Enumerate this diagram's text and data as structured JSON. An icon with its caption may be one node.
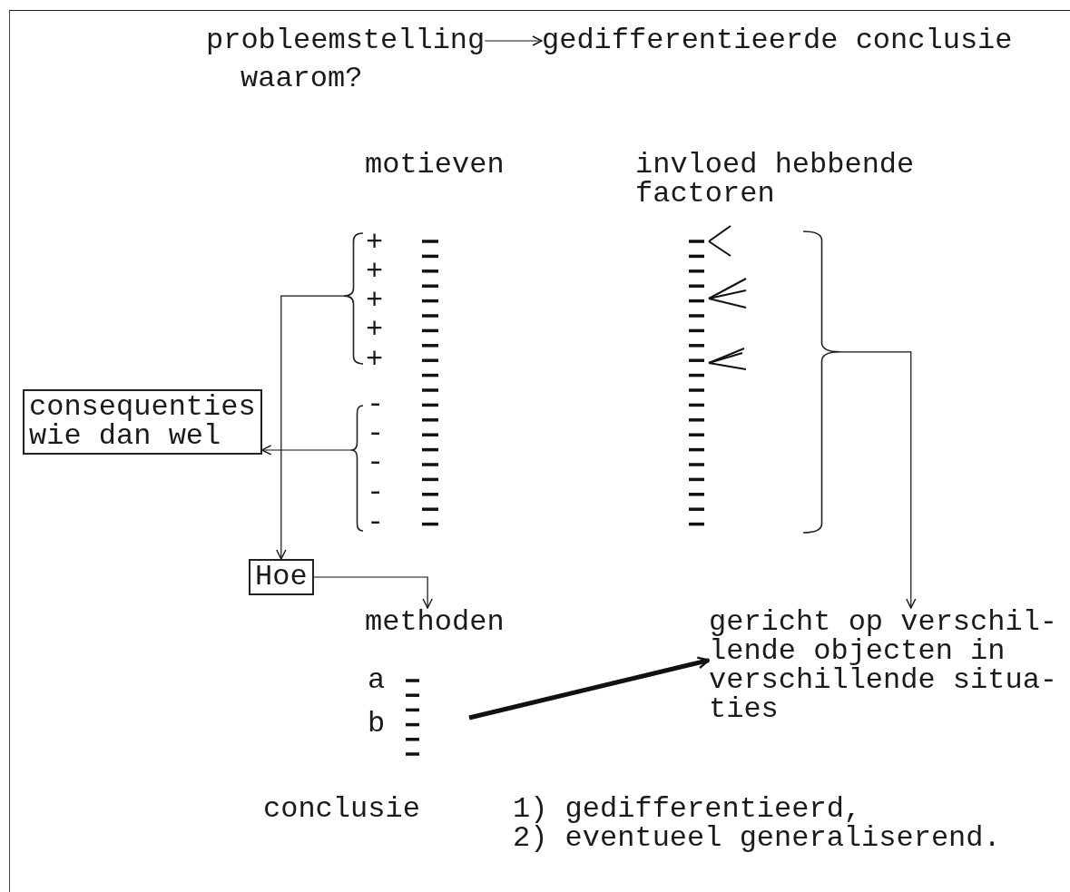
{
  "diagram": {
    "nodes": [
      {
        "text": [
          "probleemstelling"
        ]
      },
      {
        "text": [
          "gedifferentieerde conclusie"
        ]
      },
      {
        "text": [
          "consequenties wie dan wel"
        ]
      },
      {
        "text": [
          "Hoe"
        ]
      },
      {
        "text": [
          "methoden"
        ]
      },
      {
        "text": [
          "gericht op verschil- lende objecten in verschillende situa- ties"
        ]
      },
      {
        "text": [],
        "shape": "brace"
      },
      {
        "text": [],
        "shape": "brace"
      },
      {
        "text": [],
        "shape": "brace"
      }
    ],
    "edges": [
      {
        "from": 0,
        "to": 1,
        "arrow": "to"
      },
      {
        "from": 6,
        "to": 3,
        "arrow": "to"
      },
      {
        "from": 7,
        "to": 2,
        "arrow": "to"
      },
      {
        "from": 3,
        "to": 4,
        "arrow": "to"
      },
      {
        "from": 8,
        "to": 5,
        "arrow": "to"
      },
      {
        "from": null,
        "to": 5,
        "arrow": "to",
        "style": "thick"
      }
    ],
    "labels": [
      "waarom?",
      "motieven",
      "invloed hebbende factoren",
      "+",
      "+",
      "+",
      "+",
      "+",
      "-",
      "-",
      "-",
      "-",
      "-",
      "a",
      "b",
      "conclusie",
      "1) gedifferentieerd,",
      "2) eventueel generaliserend."
    ]
  }
}
